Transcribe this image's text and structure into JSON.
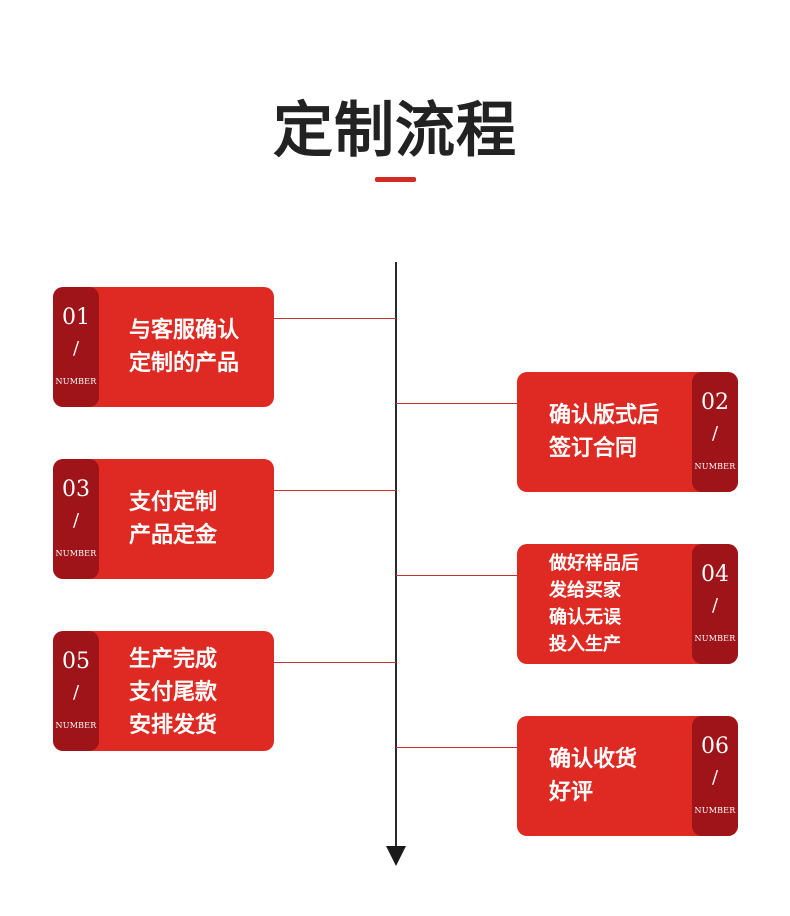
{
  "title": "定制流程",
  "colors": {
    "accent": "#de2a22",
    "number_block": "#9e1418",
    "title_text": "#222222",
    "line": "#2a2a2a"
  },
  "steps": [
    {
      "number": "01",
      "slash": "/",
      "label": "NUMBER",
      "lines": [
        "与客服确认",
        "定制的产品"
      ]
    },
    {
      "number": "02",
      "slash": "/",
      "label": "NUMBER",
      "lines": [
        "确认版式后",
        "签订合同"
      ]
    },
    {
      "number": "03",
      "slash": "/",
      "label": "NUMBER",
      "lines": [
        "支付定制",
        "产品定金"
      ]
    },
    {
      "number": "04",
      "slash": "/",
      "label": "NUMBER",
      "lines": [
        "做好样品后",
        "发给买家",
        "确认无误",
        "投入生产"
      ]
    },
    {
      "number": "05",
      "slash": "/",
      "label": "NUMBER",
      "lines": [
        "生产完成",
        "支付尾款",
        "安排发货"
      ]
    },
    {
      "number": "06",
      "slash": "/",
      "label": "NUMBER",
      "lines": [
        "确认收货",
        "好评"
      ]
    }
  ]
}
